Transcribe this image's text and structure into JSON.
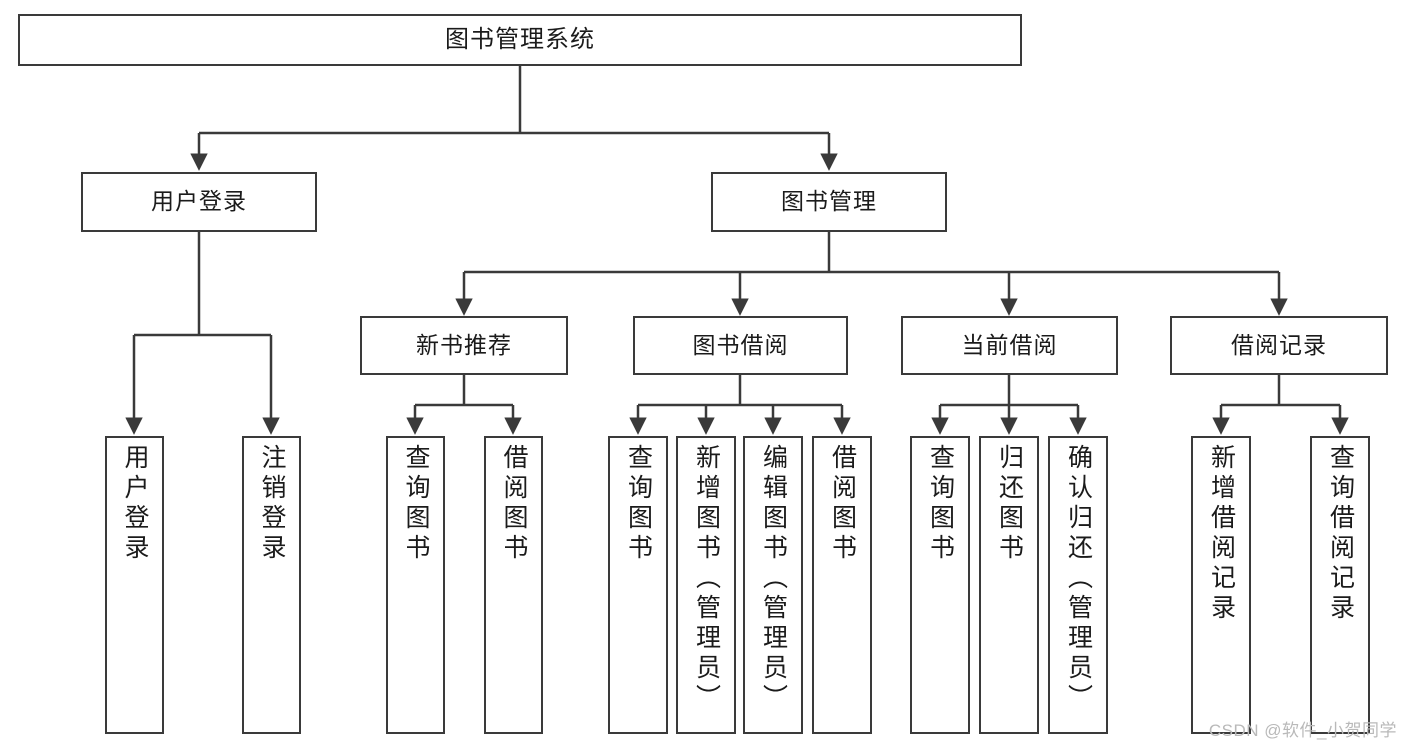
{
  "diagram": {
    "title": "图书管理系统",
    "watermark": "CSDN @软件_小贺同学",
    "style": {
      "stroke": "#3a3a3a",
      "fill": "#ffffff",
      "text": "#1b1b1b",
      "watermark_color": "#b9b9b9"
    }
  },
  "nodes": {
    "root": {
      "label": "图书管理系统"
    },
    "level2": [
      {
        "label": "用户登录"
      },
      {
        "label": "图书管理"
      }
    ],
    "level3": [
      {
        "label": "新书推荐"
      },
      {
        "label": "图书借阅"
      },
      {
        "label": "当前借阅"
      },
      {
        "label": "借阅记录"
      }
    ],
    "leaves": {
      "user_login": [
        {
          "label": "用户登录"
        },
        {
          "label": "注销登录"
        }
      ],
      "new_book": [
        {
          "label": "查询图书"
        },
        {
          "label": "借阅图书"
        }
      ],
      "borrow": [
        {
          "label": "查询图书"
        },
        {
          "label": "新增图书（管理员）"
        },
        {
          "label": "编辑图书（管理员）"
        },
        {
          "label": "借阅图书"
        }
      ],
      "current": [
        {
          "label": "查询图书"
        },
        {
          "label": "归还图书"
        },
        {
          "label": "确认归还（管理员）"
        }
      ],
      "records": [
        {
          "label": "新增借阅记录"
        },
        {
          "label": "查询借阅记录"
        }
      ]
    }
  }
}
